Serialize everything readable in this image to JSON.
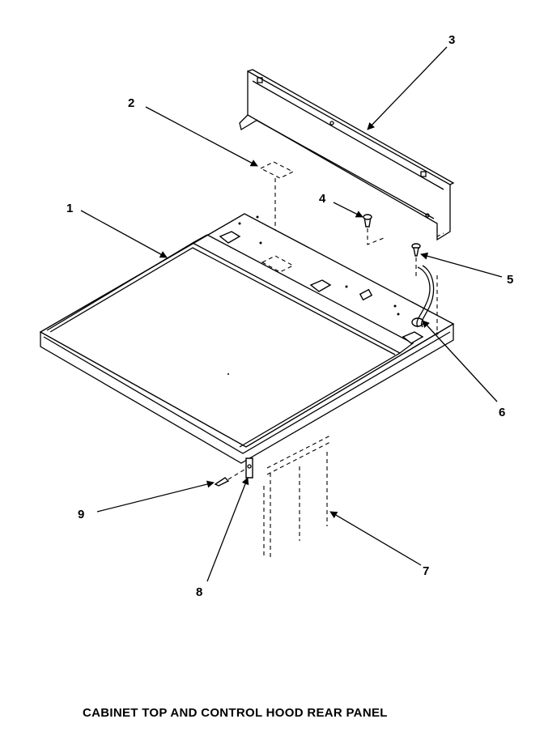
{
  "diagram": {
    "caption": "CABINET TOP AND CONTROL HOOD REAR PANEL",
    "callouts": [
      "1",
      "2",
      "3",
      "4",
      "5",
      "6",
      "7",
      "8",
      "9"
    ]
  }
}
